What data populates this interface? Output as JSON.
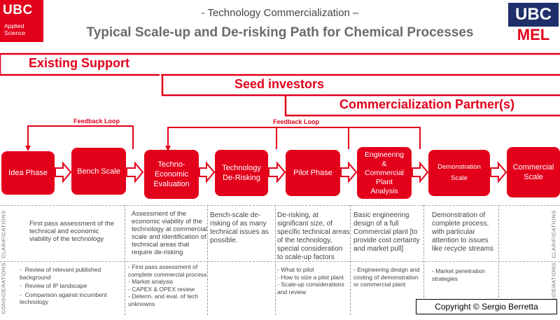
{
  "header": {
    "subtitle": "-  Technology Commercialization –",
    "title": "Typical Scale-up and De-risking Path for Chemical Processes",
    "logo_left": {
      "main": "UBC",
      "line1": "Applied",
      "line2": "Science"
    },
    "logo_right": {
      "top": "UBC",
      "bottom": "MEL"
    }
  },
  "colors": {
    "accent": "#e3001b",
    "navy": "#1f2f6b",
    "text": "#444444"
  },
  "bands": [
    {
      "label": "Existing Support"
    },
    {
      "label": "Seed investors"
    },
    {
      "label": "Commercialization Partner(s)"
    }
  ],
  "feedback_loops": [
    {
      "label": "Feedback Loop"
    },
    {
      "label": "Feedback Loop"
    }
  ],
  "stages": [
    {
      "label": "Idea Phase"
    },
    {
      "label": "Bench Scale"
    },
    {
      "label": "Techno-\nEconomic\nEvaluation"
    },
    {
      "label": "Technology\nDe-Risking"
    },
    {
      "label": "Pilot Phase"
    },
    {
      "label": "Engineering\n&\nCommercial\nPlant\nAnalysis"
    },
    {
      "label": "Demonstration\nScale"
    },
    {
      "label": "Commercial\nScale"
    }
  ],
  "side_labels": {
    "clarifications": "CLARIFICATIONS",
    "considerations": "CONSIDERATIONS"
  },
  "clarifications": [
    "First pass assessment of the technical and economic viability of the technology",
    "Assessment of the economic  viability of the technology at commercial scale and identification of technical areas that require de-risking",
    "Bench-scale de-risking of as many technical issues as possible.",
    "De-risking, at significant size, of specific technical areas of the technology, special consideration to scale-up factors",
    "Basic engineering design of a full Commercial plant [to provide cost certainty and market pull]",
    "Demonstration of complete process, with particular attention to issues like recycle streams"
  ],
  "considerations": [
    [
      "Review of relevant published background",
      "Review of IP landscape",
      "Comparison against incumbent technology"
    ],
    [
      "- First pass assessment of complete commercial process",
      "- Market analysis",
      "- CAPEX & OPEX review",
      "- Determ. and eval. of tech unknowns"
    ],
    [
      "- What to pilot",
      "- How to size a pilot plant",
      "- Scale-up considerations and review"
    ],
    [
      "- Engineering design and costing of demonstration or commercial plant"
    ],
    [
      "- Market penetration strategies"
    ]
  ],
  "copyright": "Copyright © Sergio Berretta"
}
